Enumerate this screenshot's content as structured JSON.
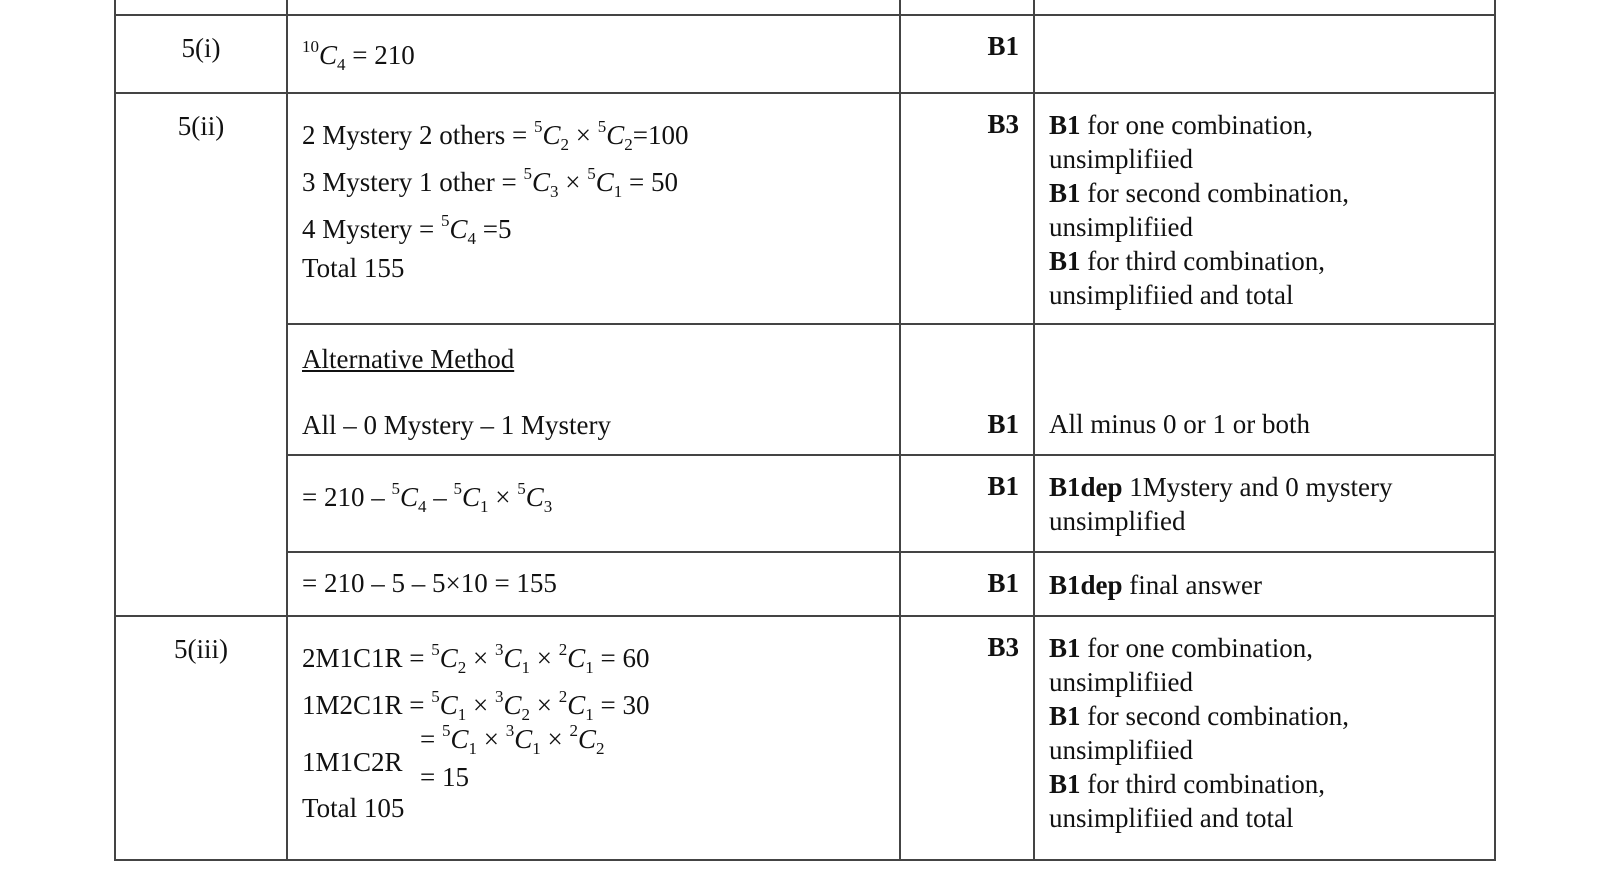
{
  "rows": {
    "q5i": {
      "question": "5(i)",
      "answer_pre": "10",
      "answer_c": "C",
      "answer_sub": "4",
      "answer_rest": " = 210",
      "mark": "B1",
      "guidance": ""
    },
    "q5ii": {
      "question": "5(ii)",
      "line1_text": "2 Mystery 2 others = ",
      "line1_expr": [
        "5",
        "C",
        "2",
        "5",
        "C",
        "2"
      ],
      "line1_result": "=100",
      "line2_text": "3 Mystery 1 other  = ",
      "line2_expr": [
        "5",
        "C",
        "3",
        "5",
        "C",
        "1"
      ],
      "line2_result": " = 50",
      "line3_text": "4 Mystery = ",
      "line3_expr": [
        "5",
        "C",
        "4"
      ],
      "line3_result": " =5",
      "line4_text": "Total 155",
      "mark": "B3",
      "guidance": [
        {
          "bold": "B1",
          "text": " for one combination,"
        },
        {
          "bold": "",
          "text": "unsimplifiied"
        },
        {
          "bold": "B1",
          "text": " for second combination,"
        },
        {
          "bold": "",
          "text": "unsimplifiied"
        },
        {
          "bold": "B1",
          "text": " for third combination,"
        },
        {
          "bold": "",
          "text": "unsimplifiied and total"
        }
      ]
    },
    "alt": {
      "heading": "Alternative Method",
      "line": "All – 0 Mystery – 1 Mystery",
      "mark": "B1",
      "guidance": "All minus 0 or 1 or both"
    },
    "alt2": {
      "expr_start": "= 210 – ",
      "mark": "B1",
      "guidance_bold": "B1dep",
      "guidance_text1": "  1Mystery and 0 mystery",
      "guidance_text2": "unsimplified"
    },
    "alt3": {
      "expr": "= 210 – 5 – 5×10 = 155",
      "mark": "B1",
      "guidance_bold": "B1dep",
      "guidance_text": "  final answer"
    },
    "q5iii": {
      "question": "5(iii)",
      "line1_label": "2M1C1R = ",
      "line1_result": " = 60",
      "line2_label": "1M2C1R = ",
      "line2_result": " = 30",
      "line3_label": "1M1C2R ",
      "line3_result": "= 15",
      "total": "Total 105",
      "mark": "B3",
      "guidance": [
        {
          "bold": "B1",
          "text": " for one combination,"
        },
        {
          "bold": "",
          "text": "unsimplifiied"
        },
        {
          "bold": "B1",
          "text": " for second combination,"
        },
        {
          "bold": "",
          "text": "unsimplifiied"
        },
        {
          "bold": "B1",
          "text": " for third combination,"
        },
        {
          "bold": "",
          "text": "unsimplifiied and total"
        }
      ]
    }
  }
}
